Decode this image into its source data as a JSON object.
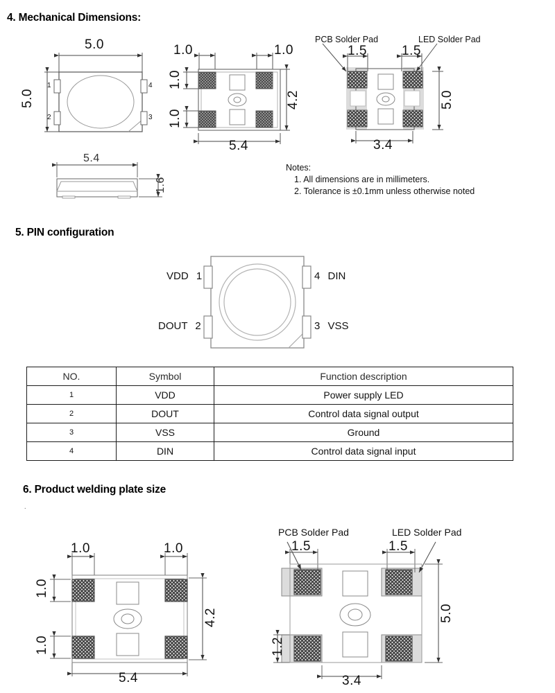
{
  "sections": {
    "mechanical": {
      "heading": "4. Mechanical Dimensions:"
    },
    "pin": {
      "heading": "5. PIN configuration"
    },
    "welding": {
      "heading": "6. Product welding plate size",
      "stray_mark": "."
    }
  },
  "mechanical": {
    "top_view": {
      "width_label": "5.0",
      "height_label": "5.0",
      "pins": [
        "1",
        "2",
        "3",
        "4"
      ]
    },
    "pad_view": {
      "top_left_label": "1.0",
      "top_right_label": "1.0",
      "left_upper_label": "1.0",
      "left_lower_label": "1.0",
      "right_label": "4.2",
      "bottom_label": "5.4"
    },
    "side_view": {
      "width_label": "5.4",
      "height_label": "1.6"
    },
    "solder_view": {
      "pcb_pad_label": "PCB Solder Pad",
      "led_pad_label": "LED Solder Pad",
      "left_width_label": "1.5",
      "right_width_label": "1.5",
      "right_height_label": "5.0",
      "bottom_label": "3.4"
    },
    "notes": {
      "title": "Notes:",
      "items": [
        "1. All dimensions are in millimeters.",
        "2. Tolerance is ±0.1mm unless otherwise noted"
      ]
    }
  },
  "pin_diagram": {
    "left_top": "VDD",
    "left_top_num": "1",
    "left_bottom": "DOUT",
    "left_bottom_num": "2",
    "right_top_num": "4",
    "right_top": "DIN",
    "right_bottom_num": "3",
    "right_bottom": "VSS"
  },
  "pin_table": {
    "headers": [
      "NO.",
      "Symbol",
      "Function description"
    ],
    "rows": [
      {
        "no": "1",
        "symbol": "VDD",
        "desc": "Power supply LED"
      },
      {
        "no": "2",
        "symbol": "DOUT",
        "desc": "Control data signal output"
      },
      {
        "no": "3",
        "symbol": "VSS",
        "desc": "Ground"
      },
      {
        "no": "4",
        "symbol": "DIN",
        "desc": "Control data signal input"
      }
    ]
  },
  "welding": {
    "left_view": {
      "top_left_label": "1.0",
      "top_right_label": "1.0",
      "left_upper_label": "1.0",
      "left_lower_label": "1.0",
      "right_label": "4.2",
      "bottom_label": "5.4"
    },
    "right_view": {
      "pcb_pad_label": "PCB Solder Pad",
      "led_pad_label": "LED Solder Pad",
      "left_width_label": "1.5",
      "right_width_label": "1.5",
      "left_height_label": "1.2",
      "right_height_label": "5.0",
      "bottom_label": "3.4"
    }
  },
  "colors": {
    "line": "#555555",
    "dark_line": "#1b1b1b",
    "pad_gray": "#d9d9d9",
    "hatch": "#4a4a4a"
  }
}
